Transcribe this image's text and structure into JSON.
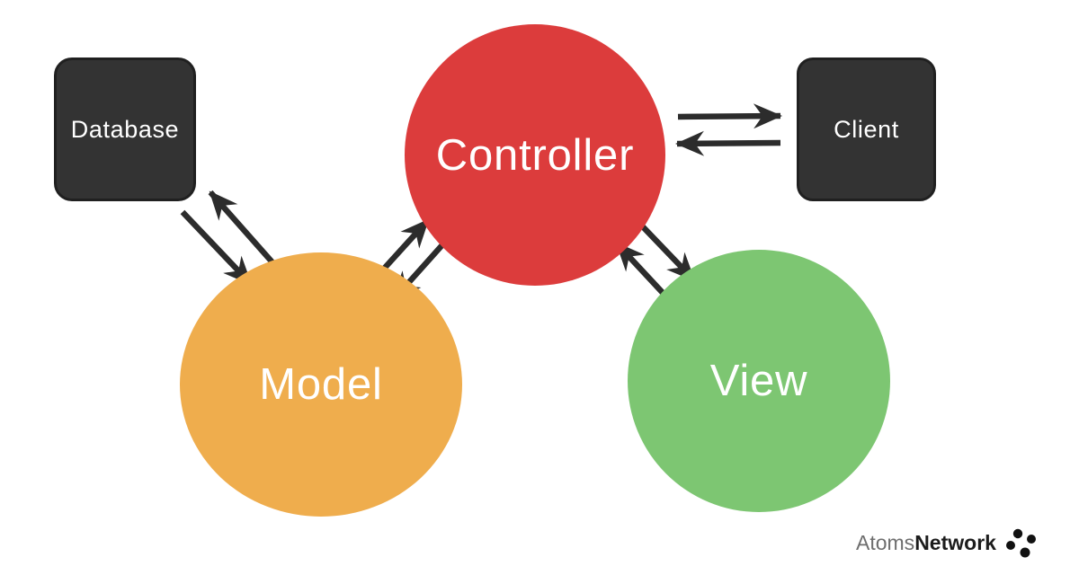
{
  "diagram": {
    "type": "architecture-diagram",
    "background": "#ffffff",
    "arrow_color": "#2c2c2c",
    "nodes": {
      "database": {
        "label": "Database",
        "shape": "rounded-square",
        "color": "#333333",
        "text_color": "#ffffff"
      },
      "client": {
        "label": "Client",
        "shape": "rounded-square",
        "color": "#333333",
        "text_color": "#ffffff"
      },
      "controller": {
        "label": "Controller",
        "shape": "circle",
        "color": "#dc3c3c",
        "text_color": "#ffffff"
      },
      "model": {
        "label": "Model",
        "shape": "circle",
        "color": "#efad4d",
        "text_color": "#ffffff"
      },
      "view": {
        "label": "View",
        "shape": "circle",
        "color": "#7dc672",
        "text_color": "#ffffff"
      }
    },
    "edges": [
      {
        "from": "model",
        "to": "database"
      },
      {
        "from": "database",
        "to": "model"
      },
      {
        "from": "model",
        "to": "controller"
      },
      {
        "from": "controller",
        "to": "model"
      },
      {
        "from": "view",
        "to": "controller"
      },
      {
        "from": "controller",
        "to": "view"
      },
      {
        "from": "controller",
        "to": "client"
      },
      {
        "from": "client",
        "to": "controller"
      }
    ]
  },
  "branding": {
    "name_light": "Atoms",
    "name_bold": "Network",
    "icon": "atoms-cluster-icon",
    "text_color_light": "#6e6e6e",
    "text_color_bold": "#1c1c1c"
  }
}
